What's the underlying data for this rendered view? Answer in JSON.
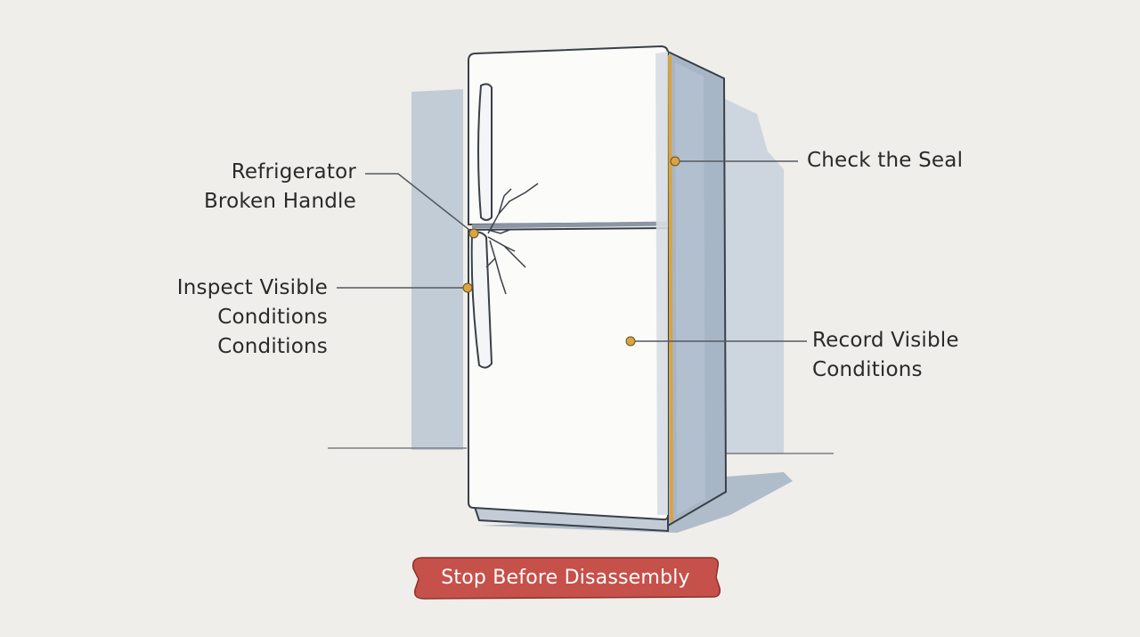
{
  "callouts": {
    "broken_handle": {
      "line1": "Refrigerator",
      "line2": "Broken Handle"
    },
    "inspect": {
      "line1": "Inspect Visible",
      "line2": "Conditions",
      "line3": "Conditions"
    },
    "seal": {
      "line1": "Check the Seal"
    },
    "record": {
      "line1": "Record Visible",
      "line2": "Conditions"
    }
  },
  "banner": {
    "label": "Stop Before Disassembly"
  },
  "colors": {
    "background": "#efeeea",
    "fridge_body": "#fbfbf9",
    "fridge_side": "#a7b6c7",
    "shadow": "#b9c6d4",
    "outline": "#3a4048",
    "seal": "#d9a441",
    "marker": "#d9a441",
    "banner": "#c6514a"
  }
}
